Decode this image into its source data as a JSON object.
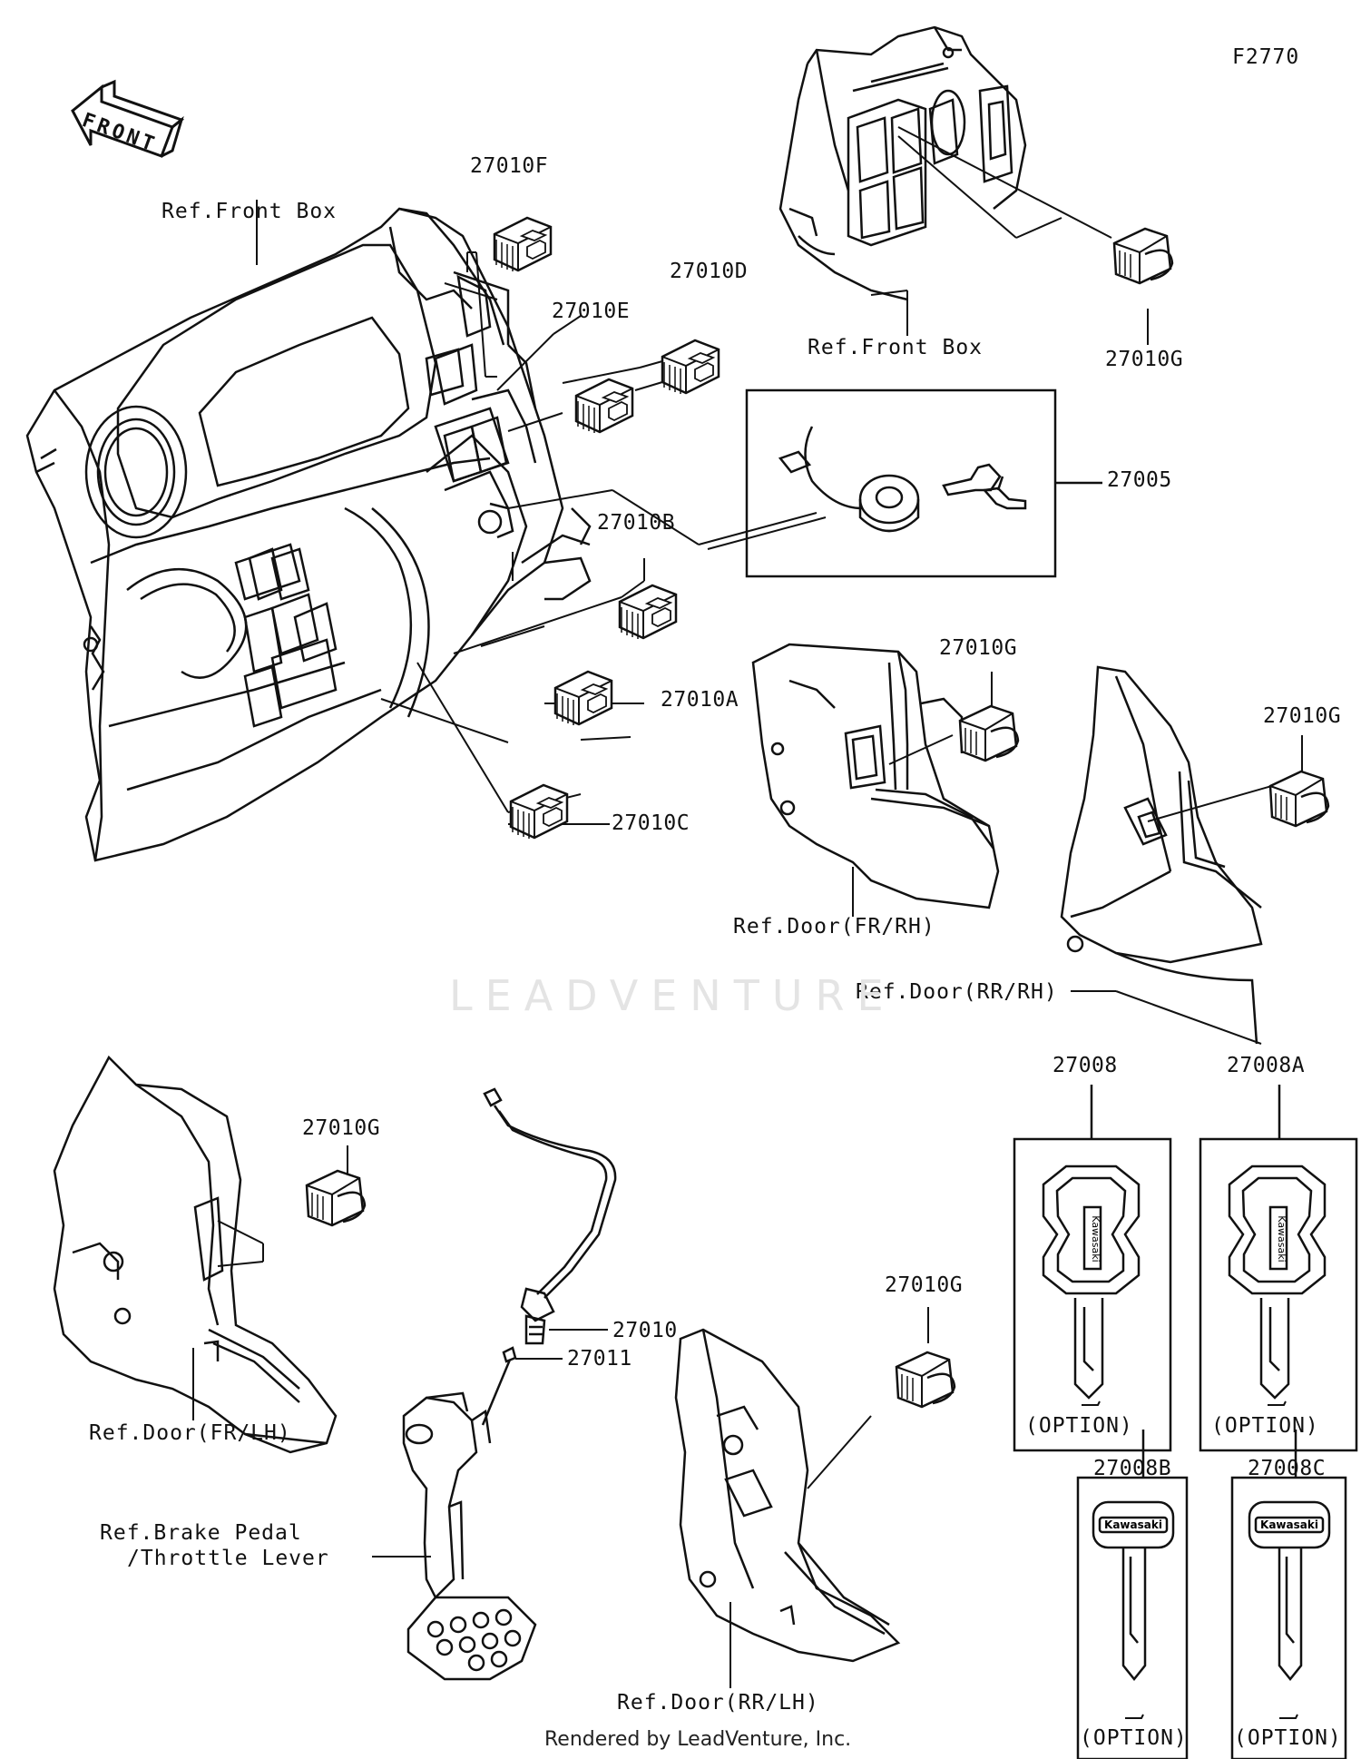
{
  "figure_code": "F2770",
  "front_label": "FRONT",
  "watermark": "LEADVENTURE",
  "footer": "Rendered by LeadVenture, Inc.",
  "option_label": "(OPTION)",
  "key_brand": "Kawasaki",
  "ref_labels": {
    "front_box_1": "Ref.Front Box",
    "front_box_2": "Ref.Front Box",
    "door_fr_rh": "Ref.Door(FR/RH)",
    "door_rr_rh": "Ref.Door(RR/RH)",
    "door_fr_lh": "Ref.Door(FR/LH)",
    "door_rr_lh": "Ref.Door(RR/LH)",
    "brake_pedal_line1": "Ref.Brake Pedal",
    "brake_pedal_line2": "/Throttle Lever"
  },
  "part_numbers": {
    "p27010F": "27010F",
    "p27010E": "27010E",
    "p27010D": "27010D",
    "p27010B": "27010B",
    "p27010A": "27010A",
    "p27010C": "27010C",
    "p27010G_top": "27010G",
    "p27010G_frrh": "27010G",
    "p27010G_rrrh": "27010G",
    "p27010G_frlh": "27010G",
    "p27010G_rrlh": "27010G",
    "p27005": "27005",
    "p27010": "27010",
    "p27011": "27011",
    "p27008": "27008",
    "p27008A": "27008A",
    "p27008B": "27008B",
    "p27008C": "27008C"
  },
  "icons": {
    "front_arrow": "front-arrow-icon",
    "rocker_switch": "rocker-switch-icon",
    "ignition_switch": "ignition-switch-icon",
    "key": "key-icon"
  }
}
